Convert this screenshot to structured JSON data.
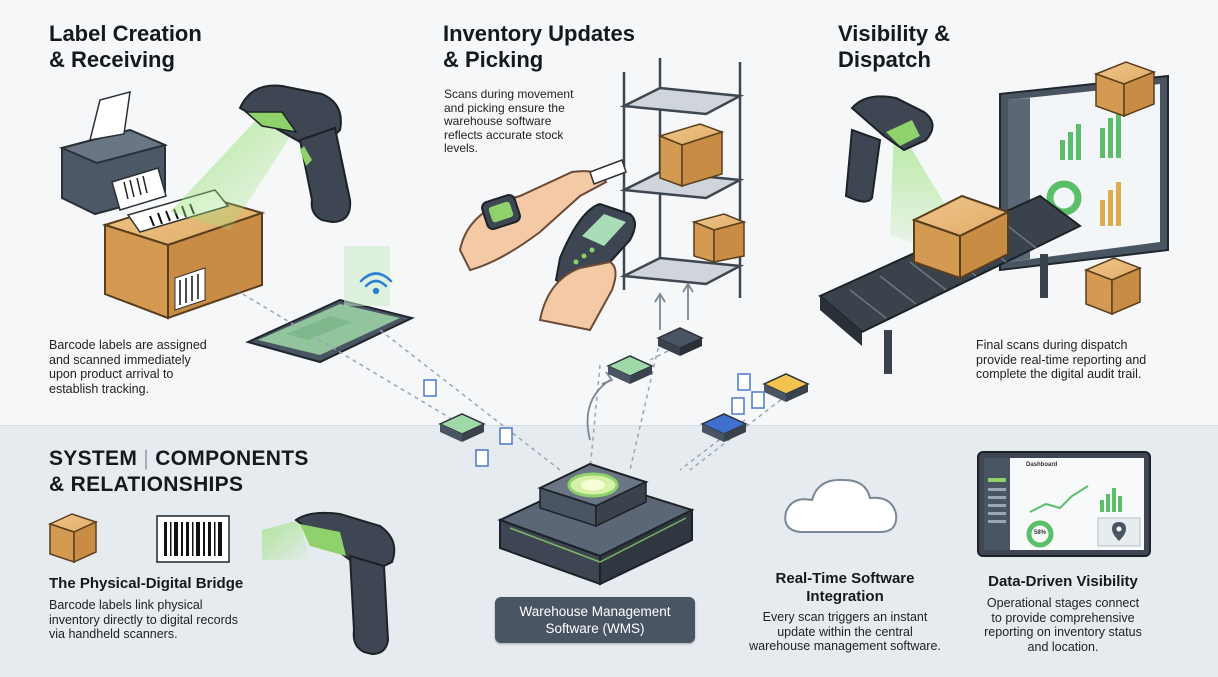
{
  "stages": [
    {
      "title_lines": [
        "Label Creation",
        "& Receiving"
      ],
      "description_lines": [
        "Barcode labels are assigned",
        "and scanned immediately",
        "upon product arrival to",
        "establish tracking."
      ]
    },
    {
      "title_lines": [
        "Inventory Updates",
        "& Picking"
      ],
      "description_lines": [
        "Scans during movement",
        "and picking ensure the",
        "warehouse software",
        "reflects accurate stock",
        "levels."
      ]
    },
    {
      "title_lines": [
        "Visibility &",
        "Dispatch"
      ],
      "description_lines": [
        "Final scans during dispatch",
        "provide real-time reporting and",
        "complete the digital audit trail."
      ]
    }
  ],
  "system": {
    "title_part1": "SYSTEM",
    "separator": "|",
    "title_part2": "COMPONENTS",
    "title_line2": "& RELATIONSHIPS",
    "bridge": {
      "title": "The Physical-Digital Bridge",
      "description_lines": [
        "Barcode labels link physical",
        "inventory directly to digital records",
        "via handheld scanners."
      ]
    },
    "wms": {
      "label_lines": [
        "Warehouse Management",
        "Software (WMS)"
      ]
    },
    "realtime": {
      "title_lines": [
        "Real-Time Software",
        "Integration"
      ],
      "description_lines": [
        "Every scan triggers an instant",
        "update within the central",
        "warehouse management software."
      ]
    },
    "visibility": {
      "title": "Data-Driven Visibility",
      "description_lines": [
        "Operational stages connect",
        "to provide comprehensive",
        "reporting on inventory status",
        "and location."
      ],
      "dashboard_title": "Dashboard",
      "gauge_value": "58%"
    }
  },
  "colors": {
    "accent_green": "#8fd16a",
    "box_tan": "#d9a55e",
    "scanner_dark": "#3d4652",
    "wms_label_bg": "#4a5563"
  }
}
